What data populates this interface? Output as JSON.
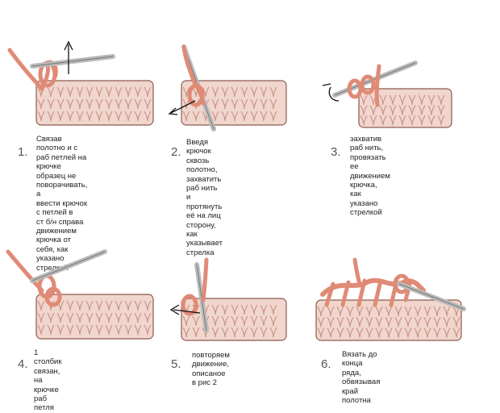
{
  "colors": {
    "fabric_fill": "#f0d6cc",
    "fabric_stitch": "#c98f86",
    "fabric_outline": "#8c5a52",
    "yarn": "#e08a76",
    "yarn_dark": "#9a4c3e",
    "hook": "#c9c9c9",
    "arrow": "#111111"
  },
  "steps": [
    {
      "number": "1.",
      "caption": "Связав полотно и с\nраб петлей на крючке\nобразец не поворачивать, а\nввести крючок с петлей в\nст б/н справа движением\nкрючка от себя, как указано\nстрелкой"
    },
    {
      "number": "2.",
      "caption": "Введя крючок сквозь полотно,\nзахватить раб нить и протянуть\nеё на лиц сторону, как\nуказывает стрелка"
    },
    {
      "number": "3.",
      "caption": "захватив раб нить, провязать ее\nдвижением крючка, как указано\nстрелкой"
    },
    {
      "number": "4.",
      "caption": "1 столбик связан, на крючке\nраб петля"
    },
    {
      "number": "5.",
      "caption": "повторяем движение,\nописаное в рис 2"
    },
    {
      "number": "6.",
      "caption": "Вязать до конца ряда, обвязывая\nкрай полотна"
    }
  ]
}
